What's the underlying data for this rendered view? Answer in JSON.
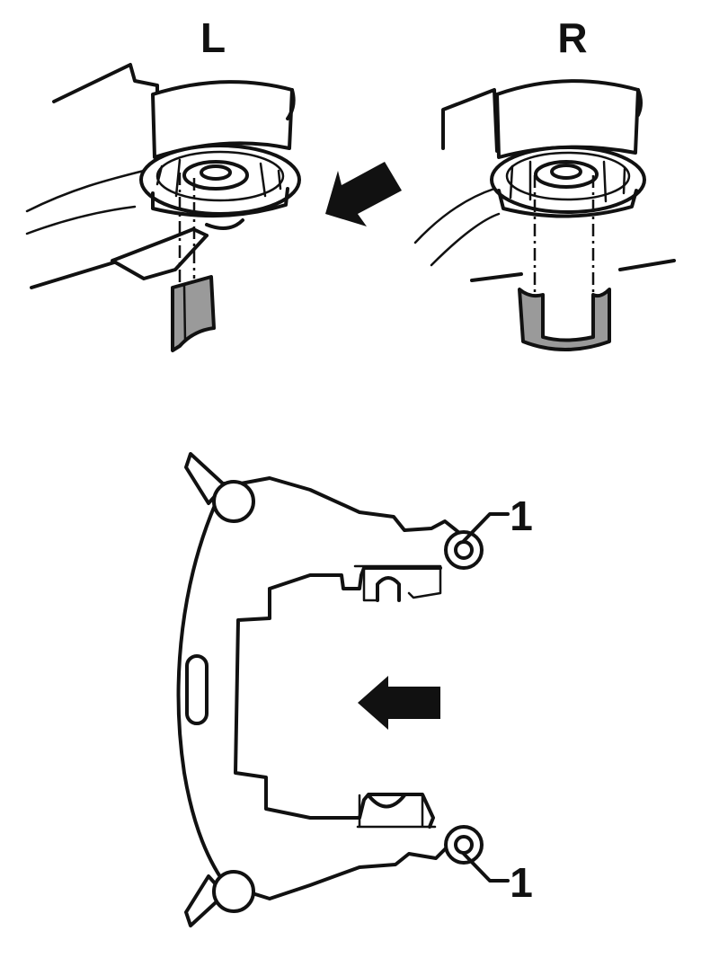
{
  "labels": {
    "left": "L",
    "right": "R",
    "callout_top": "1",
    "callout_bottom": "1"
  },
  "colors": {
    "line": "#111111",
    "bushing_fill": "#9a9a9a",
    "background": "#ffffff"
  }
}
